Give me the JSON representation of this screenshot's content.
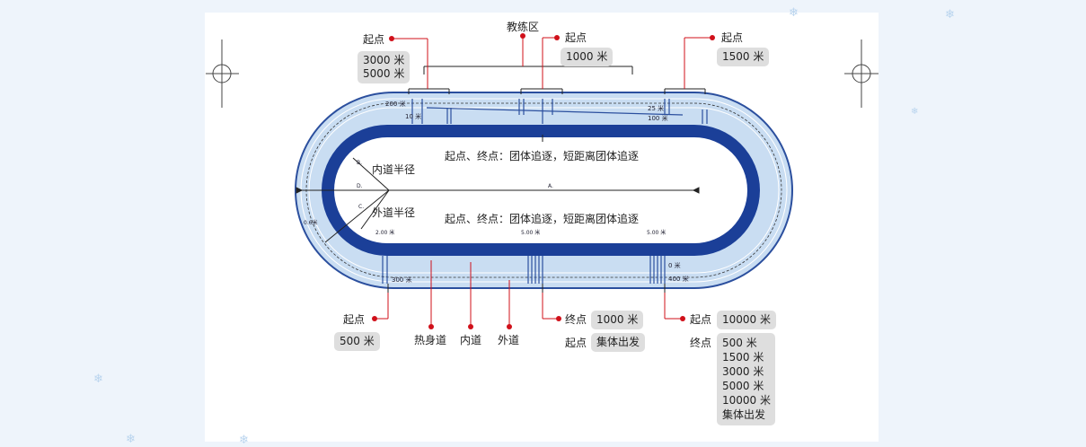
{
  "colors": {
    "background": "#eef4fb",
    "panel": "#ffffff",
    "track_inner": "#1b3f98",
    "track_outer": "#c9ddf2",
    "track_outer_edge": "#2b4f9e",
    "marker_red": "#d0101a",
    "pill_bg": "#dedede"
  },
  "icons": [
    "registration-crosshair-icon",
    "snowflake-icon",
    "red-dot-marker-icon"
  ],
  "top": {
    "coach_area": "教练区",
    "left_start_label": "起点",
    "left_start_distances": [
      "3000 米",
      "5000 米"
    ],
    "center_start_label": "起点",
    "center_start_distance": "1000 米",
    "right_start_label": "起点",
    "right_start_distance": "1500 米"
  },
  "track": {
    "upper_text": "起点、终点：团体追逐，短距离团体追逐",
    "lower_text": "起点、终点：团体追逐，短距离团体追逐",
    "inner_radius": "内道半径",
    "outer_radius": "外道半径",
    "letter_a": "A.",
    "letter_b": "B.",
    "letter_c": "C.",
    "letter_d": "D.",
    "m200": "200 米",
    "m10": "10 米",
    "m25": "25 米",
    "m100": "100 米",
    "m0": "0 米",
    "m300": "300 米",
    "m400": "400 米",
    "w200": "2.00 米",
    "w500a": "5.00 米",
    "w500b": "5.00 米",
    "w060": "0.6米"
  },
  "bottom": {
    "left_start_label": "起点",
    "left_start_distance": "500 米",
    "warmup_lane": "热身道",
    "inner_lane": "内道",
    "outer_lane": "外道",
    "center_finish_label": "终点",
    "center_finish_distance": "1000 米",
    "center_start_label": "起点",
    "center_start_event": "集体出发",
    "right_start_label": "起点",
    "right_start_distance": "10000 米",
    "right_finish_label": "终点",
    "right_finish_items": [
      "500 米",
      "1500 米",
      "3000 米",
      "5000 米",
      "10000 米",
      "集体出发"
    ]
  }
}
